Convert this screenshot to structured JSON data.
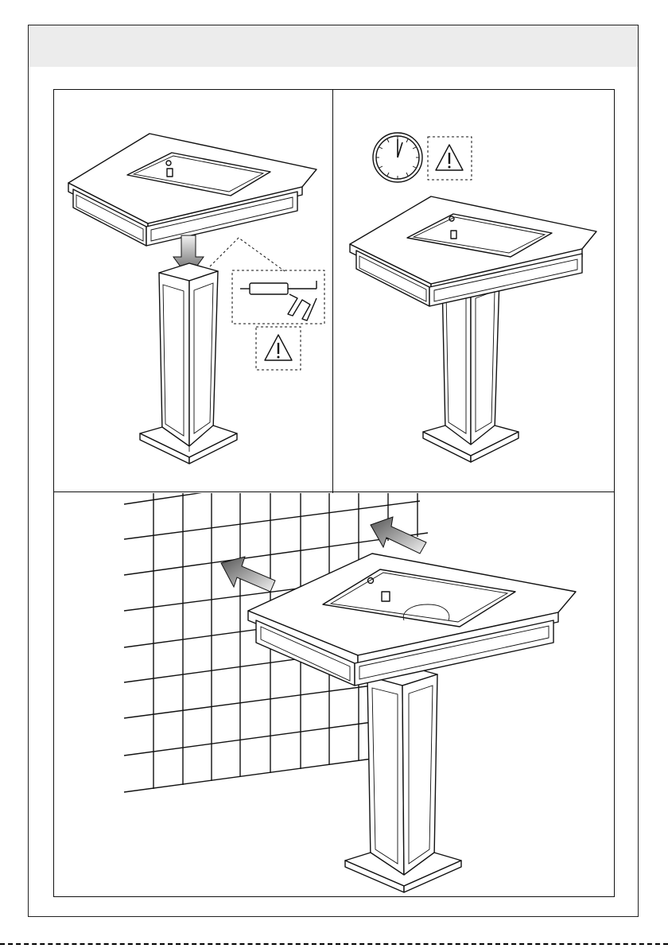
{
  "document": {
    "page_background": "#ffffff",
    "header_band_color": "#ececec",
    "line_color": "#111111",
    "arrow_gradient": [
      "#555555",
      "#f2f2f2"
    ]
  },
  "panels": [
    {
      "id": "step-mount-basin-on-pedestal",
      "icons": [
        "washbasin-icon",
        "pedestal-icon",
        "down-arrow-icon",
        "caulking-gun-icon",
        "warning-icon"
      ]
    },
    {
      "id": "step-wait-assembled",
      "icons": [
        "clock-icon",
        "warning-icon",
        "washbasin-on-pedestal-icon"
      ]
    },
    {
      "id": "step-push-against-wall",
      "icons": [
        "tiled-wall-icon",
        "push-arrow-icon",
        "washbasin-on-pedestal-icon"
      ]
    }
  ]
}
